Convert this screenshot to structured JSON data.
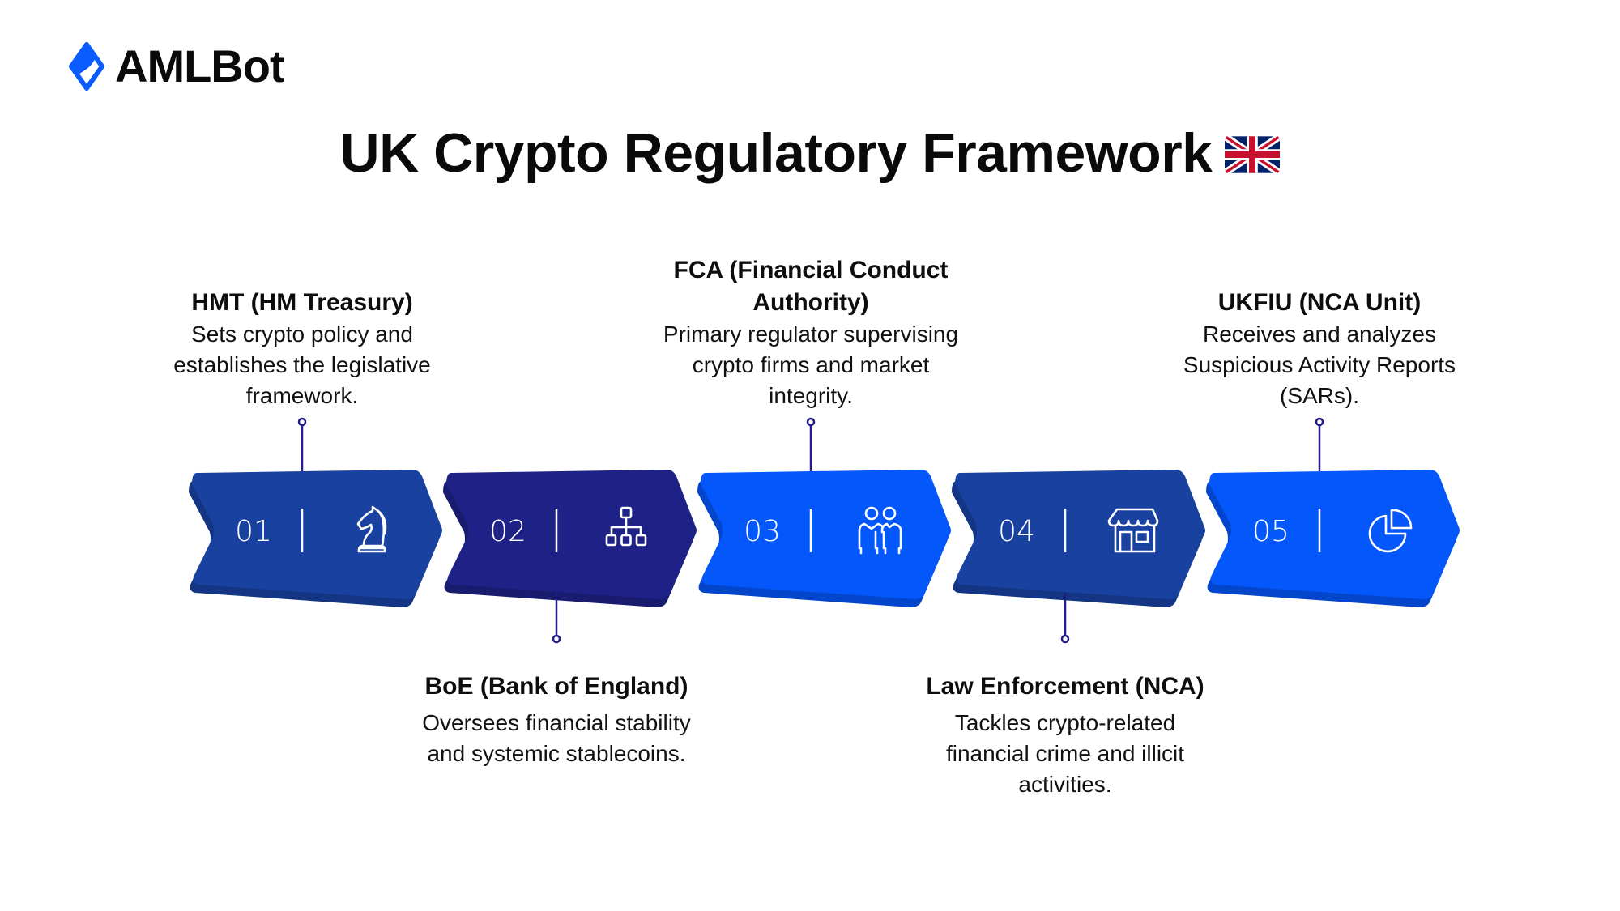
{
  "brand": {
    "name": "AMLBot",
    "logo_icon": "diamond-logo-icon",
    "color": "#0a5cff"
  },
  "header": {
    "title": "UK Crypto Regulatory Framework",
    "flag_icon": "uk-flag-icon"
  },
  "colors": {
    "steel_blue": "#1841a0",
    "steel_blue_shadow": "#143583",
    "navy": "#1e2186",
    "navy_shadow": "#181b6e",
    "bright_blue": "#0457fb",
    "bright_blue_shadow": "#0346cc",
    "connector": "#241c8a",
    "text": "#0d0d0d",
    "icon_stroke": "#ffffff"
  },
  "steps": [
    {
      "number": "01",
      "icon": "chess-knight-icon",
      "color_key": "steel_blue",
      "position": "top",
      "title": "HMT (HM Treasury)",
      "description": "Sets crypto policy and establishes the legislative framework."
    },
    {
      "number": "02",
      "icon": "org-chart-icon",
      "color_key": "navy",
      "position": "bottom",
      "title": "BoE (Bank of England)",
      "description": "Oversees financial stability and systemic stablecoins."
    },
    {
      "number": "03",
      "icon": "people-icon",
      "color_key": "bright_blue",
      "position": "top",
      "title": "FCA (Financial Conduct Authority)",
      "description": "Primary regulator supervising crypto firms and market integrity."
    },
    {
      "number": "04",
      "icon": "storefront-icon",
      "color_key": "steel_blue",
      "position": "bottom",
      "title": "Law Enforcement (NCA)",
      "description": "Tackles crypto-related financial crime and illicit activities."
    },
    {
      "number": "05",
      "icon": "pie-chart-icon",
      "color_key": "bright_blue",
      "position": "top",
      "title": "UKFIU (NCA Unit)",
      "description": "Receives and analyzes Suspicious Activity Reports (SARs)."
    }
  ]
}
